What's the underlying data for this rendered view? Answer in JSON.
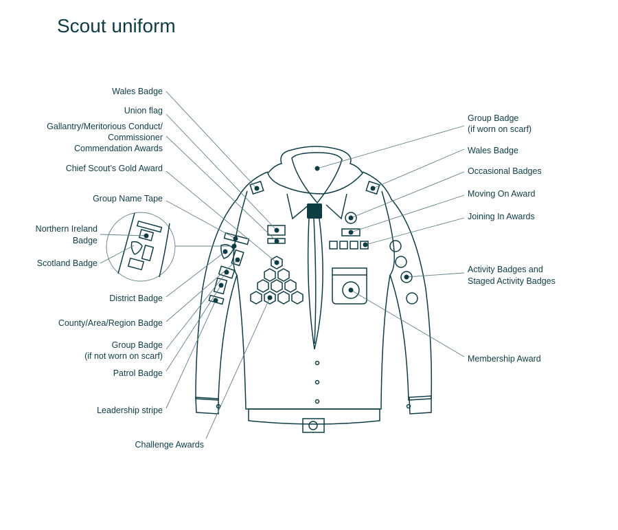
{
  "title": "Scout uniform",
  "left_labels": {
    "wales_badge": "Wales Badge",
    "union_flag": "Union flag",
    "gallantry_1": "Gallantry/Meritorious Conduct/",
    "gallantry_2": "Commissioner",
    "gallantry_3": "Commendation Awards",
    "chief_scout": "Chief Scout’s Gold Award",
    "group_name_tape": "Group Name Tape",
    "ni_1": "Northern Ireland",
    "ni_2": "Badge",
    "scotland": "Scotland Badge",
    "district": "District Badge",
    "county": "County/Area/Region Badge",
    "group_badge_1": "Group Badge",
    "group_badge_2": "(if not worn on scarf)",
    "patrol": "Patrol Badge",
    "leadership": "Leadership stripe",
    "challenge": "Challenge Awards"
  },
  "right_labels": {
    "group_badge_1": "Group Badge",
    "group_badge_2": "(if worn on scarf)",
    "wales_badge": "Wales Badge",
    "occasional": "Occasional Badges",
    "moving_on": "Moving On Award",
    "joining_in": "Joining In Awards",
    "activity_1": "Activity Badges and",
    "activity_2": "Staged Activity Badges",
    "membership": "Membership Award"
  }
}
